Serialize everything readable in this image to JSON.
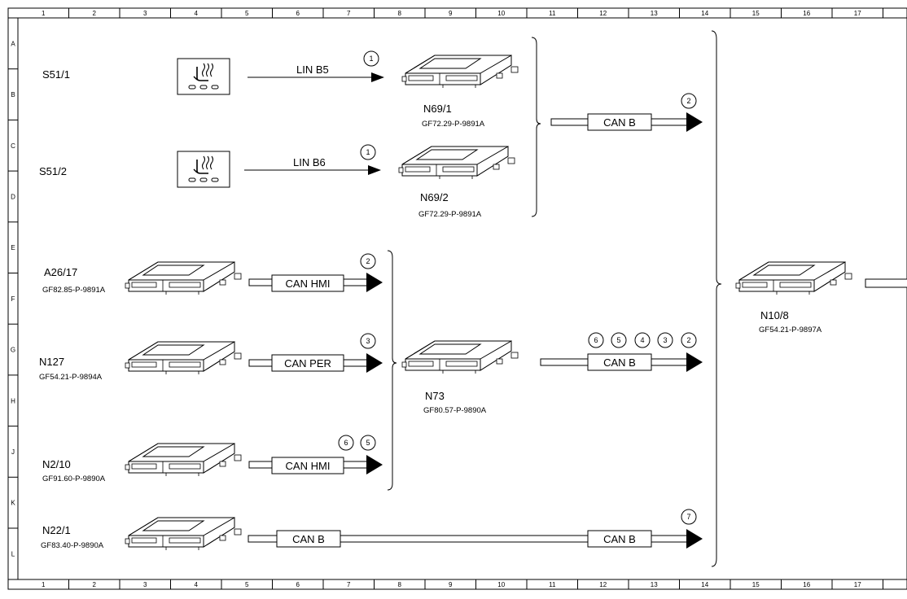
{
  "ruler": {
    "columns": [
      "1",
      "2",
      "3",
      "4",
      "5",
      "6",
      "7",
      "8",
      "9",
      "10",
      "11",
      "12",
      "13",
      "14",
      "15",
      "16",
      "17"
    ],
    "rows": [
      "A",
      "B",
      "C",
      "D",
      "E",
      "F",
      "G",
      "H",
      "J",
      "K",
      "L"
    ]
  },
  "switches": [
    {
      "id": "S51/1",
      "icon": "seat-heater-icon"
    },
    {
      "id": "S51/2",
      "icon": "seat-heater-icon"
    }
  ],
  "modules": [
    {
      "id": "N69/1",
      "ref": "GF72.29-P-9891A"
    },
    {
      "id": "N69/2",
      "ref": "GF72.29-P-9891A"
    },
    {
      "id": "A26/17",
      "ref": "GF82.85-P-9891A"
    },
    {
      "id": "N127",
      "ref": "GF54.21-P-9894A"
    },
    {
      "id": "N2/10",
      "ref": "GF91.60-P-9890A"
    },
    {
      "id": "N22/1",
      "ref": "GF83.40-P-9890A"
    },
    {
      "id": "N73",
      "ref": "GF80.57-P-9890A"
    },
    {
      "id": "N10/8",
      "ref": "GF54.21-P-9897A"
    }
  ],
  "connections": [
    {
      "label": "LIN B5",
      "markers": [
        "1"
      ]
    },
    {
      "label": "LIN B6",
      "markers": [
        "1"
      ]
    },
    {
      "label": "CAN B",
      "markers": [
        "2"
      ]
    },
    {
      "label": "CAN HMI",
      "markers": [
        "2"
      ]
    },
    {
      "label": "CAN PER",
      "markers": [
        "3"
      ]
    },
    {
      "label": "CAN HMI",
      "markers": [
        "6",
        "5"
      ]
    },
    {
      "label": "CAN B",
      "markers": [
        "6",
        "5",
        "4",
        "3",
        "2"
      ]
    },
    {
      "label": "CAN B",
      "start_label": "CAN B",
      "markers": [
        "7"
      ]
    }
  ]
}
